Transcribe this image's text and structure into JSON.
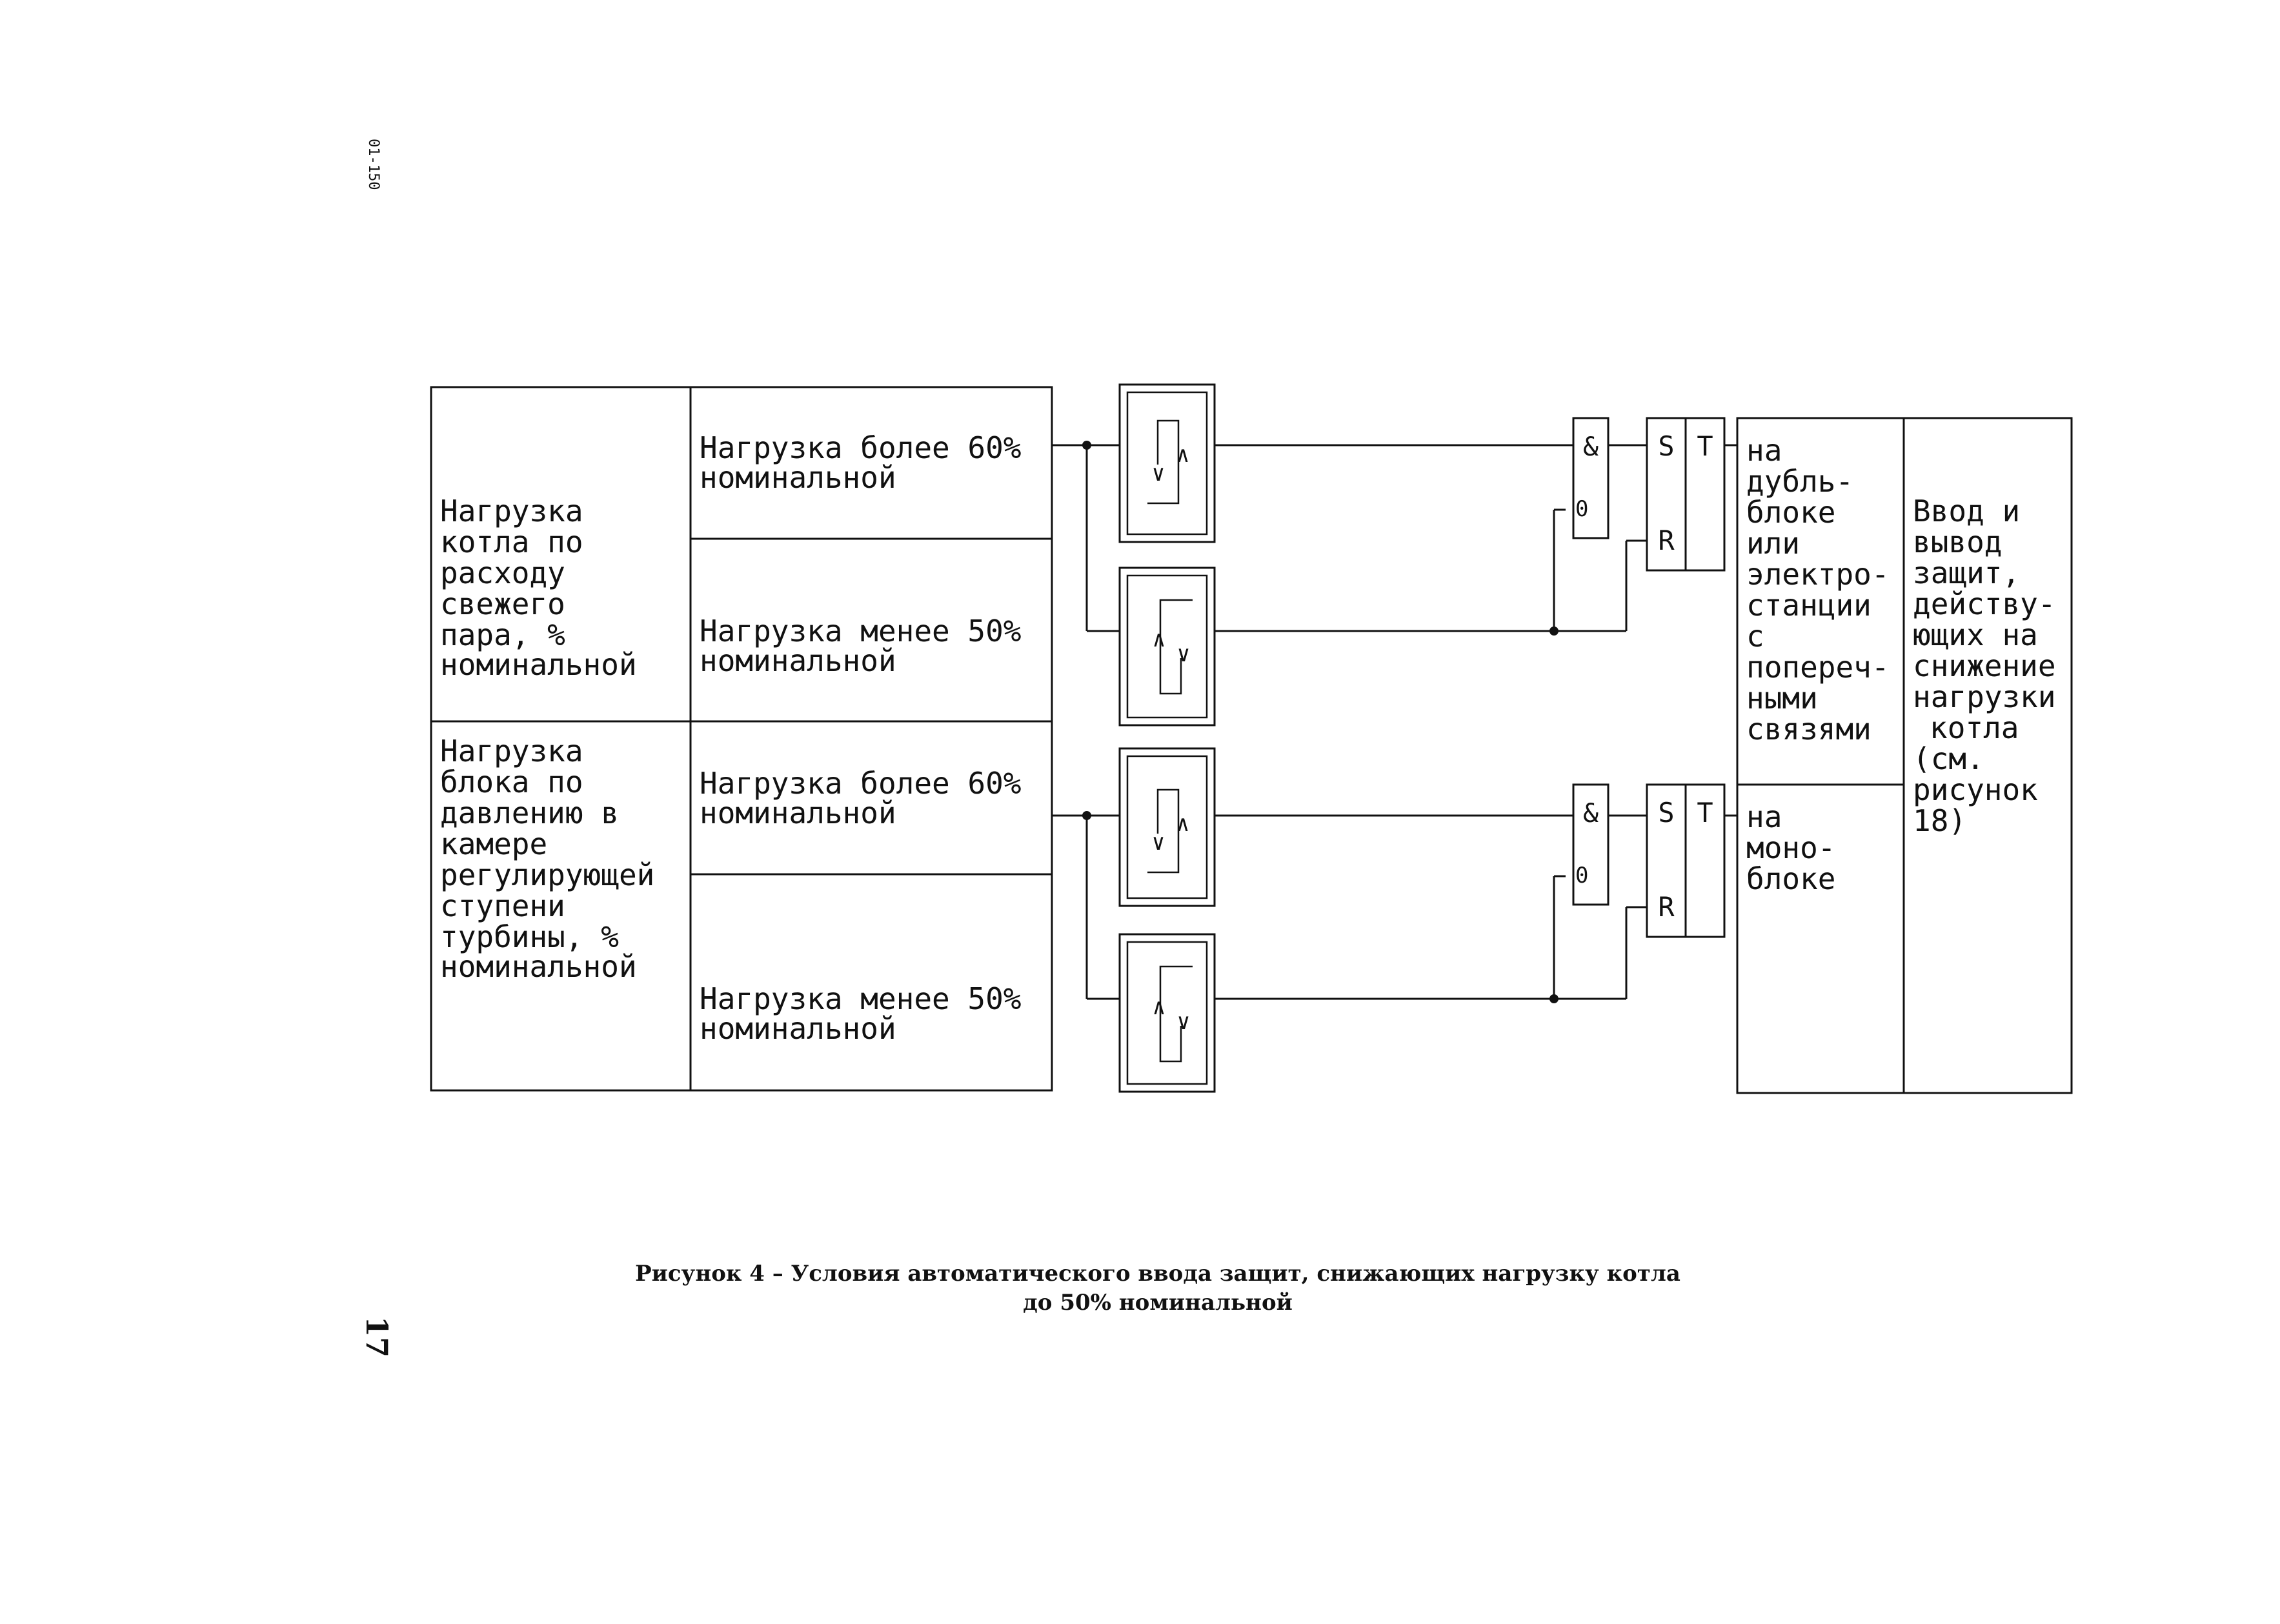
{
  "page": {
    "side_code": "01-150",
    "page_number": "17"
  },
  "caption": {
    "line1": "Рисунок 4 – Условия автоматического ввода защит, снижающих нагрузку котла",
    "line2": "до 50% номинальной"
  },
  "left_table": {
    "group1": {
      "title_lines": [
        "Нагрузка",
        "котла по",
        "расходу",
        "свежего",
        "пара, %",
        "номинальной"
      ],
      "row_upper": [
        "Нагрузка более 60%",
        "номинальной"
      ],
      "row_lower": [
        "Нагрузка менее 50%",
        "номинальной"
      ]
    },
    "group2": {
      "title_lines": [
        "Нагрузка",
        "блока по",
        "давлению в",
        "камере",
        "регулирующей",
        "ступени",
        "турбины, %",
        "номинальной"
      ],
      "row_upper": [
        "Нагрузка более 60%",
        "номинальной"
      ],
      "row_lower": [
        "Нагрузка менее 50%",
        "номинальной"
      ]
    }
  },
  "logic": {
    "comparator_upper_symbols": [
      "∨",
      "∧"
    ],
    "comparator_lower_symbols": [
      "∧",
      "∨"
    ],
    "and_symbol": "&",
    "inverter_label": "0",
    "flipflop": {
      "set": "S",
      "reset": "R",
      "trigger": "T"
    }
  },
  "right_table": {
    "top_lines": [
      "на",
      "дубль-",
      "блоке",
      "или",
      "электро-",
      "станции",
      "с",
      "попереч-",
      "ными",
      "связями"
    ],
    "bottom_lines": [
      "на",
      "моно-",
      "блоке"
    ],
    "output_lines": [
      "Ввод и",
      "вывод",
      "защит,",
      "действу-",
      "ющих на",
      "снижение",
      "нагрузки",
      "котла",
      "(см.",
      "рисунок",
      "18)"
    ]
  }
}
